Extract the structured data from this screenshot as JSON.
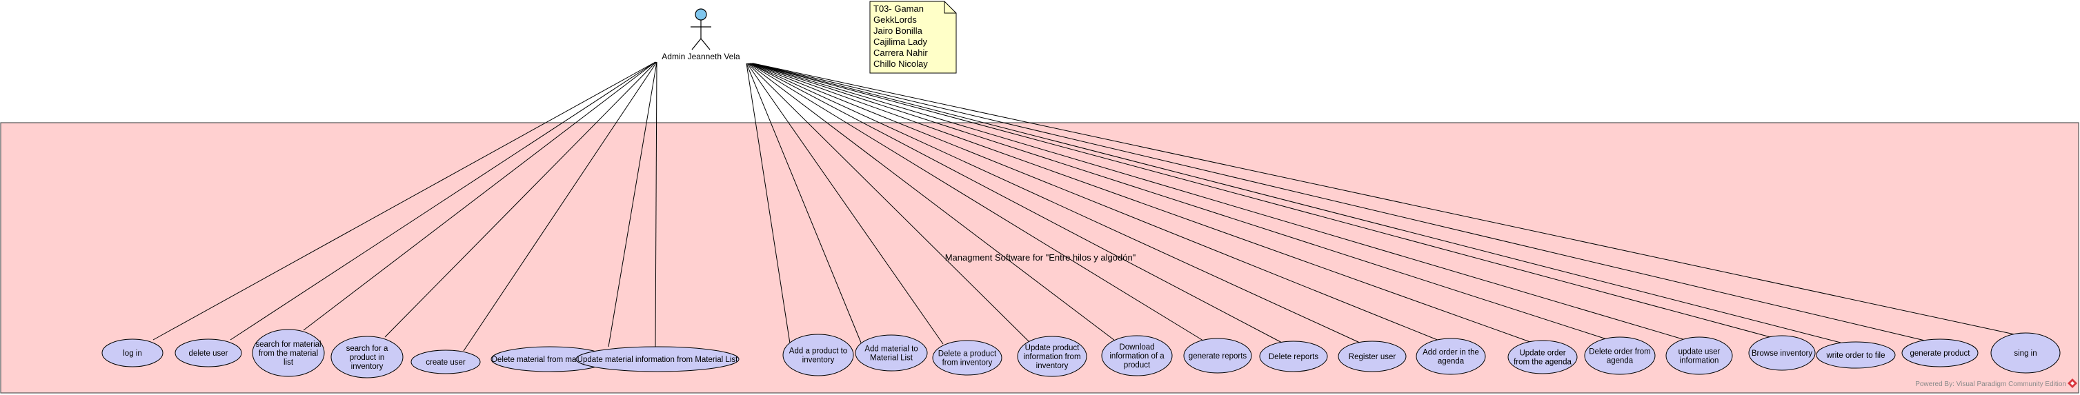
{
  "system": {
    "name": "Managment Software for \"Entre hilos y algodón\"",
    "fill_color": "#FFD0D0",
    "border_color": "#555555"
  },
  "actor": {
    "name": "Admin Jeanneth Vela",
    "head_color": "#7FC6EE"
  },
  "note": {
    "lines": [
      "T03- Gaman",
      "GekkLords",
      "Jairo Bonilla",
      "Cajilima Lady",
      "Carrera Nahir",
      "Chillo Nicolay"
    ],
    "fill_color": "#FFFFC8"
  },
  "use_case_color": "#CBCBF6",
  "use_cases": [
    {
      "id": "log-in",
      "lines": [
        "log in"
      ]
    },
    {
      "id": "delete-user",
      "lines": [
        "delete user"
      ]
    },
    {
      "id": "search-material",
      "lines": [
        "search for material",
        "from the material",
        "list"
      ]
    },
    {
      "id": "search-product",
      "lines": [
        "search for a",
        "product in",
        "inventory"
      ]
    },
    {
      "id": "create-user",
      "lines": [
        "create user"
      ]
    },
    {
      "id": "delete-material",
      "lines": [
        "Delete material from material List"
      ]
    },
    {
      "id": "update-material",
      "lines": [
        "Update material information from Material List"
      ]
    },
    {
      "id": "add-product",
      "lines": [
        "Add a product to",
        "inventory"
      ]
    },
    {
      "id": "add-material",
      "lines": [
        "Add material to",
        "Material List"
      ]
    },
    {
      "id": "delete-product",
      "lines": [
        "Delete a product",
        "from inventory"
      ]
    },
    {
      "id": "update-product",
      "lines": [
        "Update product",
        "information from",
        "inventory"
      ]
    },
    {
      "id": "download-info",
      "lines": [
        "Download",
        "information of a",
        "product"
      ]
    },
    {
      "id": "generate-reports",
      "lines": [
        "generate reports"
      ]
    },
    {
      "id": "delete-reports",
      "lines": [
        "Delete reports"
      ]
    },
    {
      "id": "register-user",
      "lines": [
        "Register user"
      ]
    },
    {
      "id": "add-order",
      "lines": [
        "Add order in the",
        "agenda"
      ]
    },
    {
      "id": "update-order",
      "lines": [
        "Update order",
        "from the agenda"
      ]
    },
    {
      "id": "delete-order",
      "lines": [
        "Delete order from",
        "agenda"
      ]
    },
    {
      "id": "update-user",
      "lines": [
        "update user",
        "information"
      ]
    },
    {
      "id": "browse-inventory",
      "lines": [
        "Browse inventory"
      ]
    },
    {
      "id": "write-order",
      "lines": [
        "write order to file"
      ]
    },
    {
      "id": "generate-product",
      "lines": [
        "generate product"
      ]
    },
    {
      "id": "sing-in",
      "lines": [
        "sing in"
      ]
    }
  ],
  "watermark": "Powered By: Visual Paradigm Community Edition"
}
